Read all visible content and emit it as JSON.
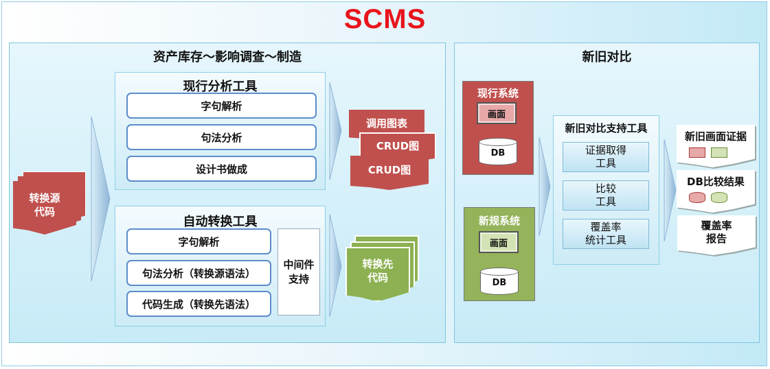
{
  "title": "SCMS",
  "left_panel": {
    "title": "资产库存～影响调查～制造",
    "source_doc": "转换源\n代码",
    "analysis_tool": {
      "title": "现行分析工具",
      "items": [
        "字句解析",
        "句法分析",
        "设计书做成"
      ]
    },
    "analysis_outputs": [
      "调用图表",
      "CRUD图",
      "CRUD图"
    ],
    "convert_tool": {
      "title": "自动转换工具",
      "items": [
        "字句解析",
        "句法分析（转换源语法）",
        "代码生成（转换先语法）"
      ],
      "middleware": "中间件\n支持"
    },
    "convert_output": "转换先\n代码"
  },
  "right_panel": {
    "title": "新旧对比",
    "current_system": {
      "title": "现行系统",
      "screen": "画面",
      "db": "DB"
    },
    "new_system": {
      "title": "新规系统",
      "screen": "画面",
      "db": "DB"
    },
    "compare_tool": {
      "title": "新旧对比支持工具",
      "items": [
        "证据取得\n工具",
        "比较\n工具",
        "覆盖率\n统计工具"
      ]
    },
    "results": [
      "新旧画面证据",
      "DB比较结果",
      "覆盖率\n报告"
    ]
  },
  "colors": {
    "title_red": "#e8141c",
    "doc_red": "#c0504d",
    "doc_green": "#8db152",
    "pill_border": "#5b8cc9",
    "panel_bg": "#c7ebf7"
  }
}
